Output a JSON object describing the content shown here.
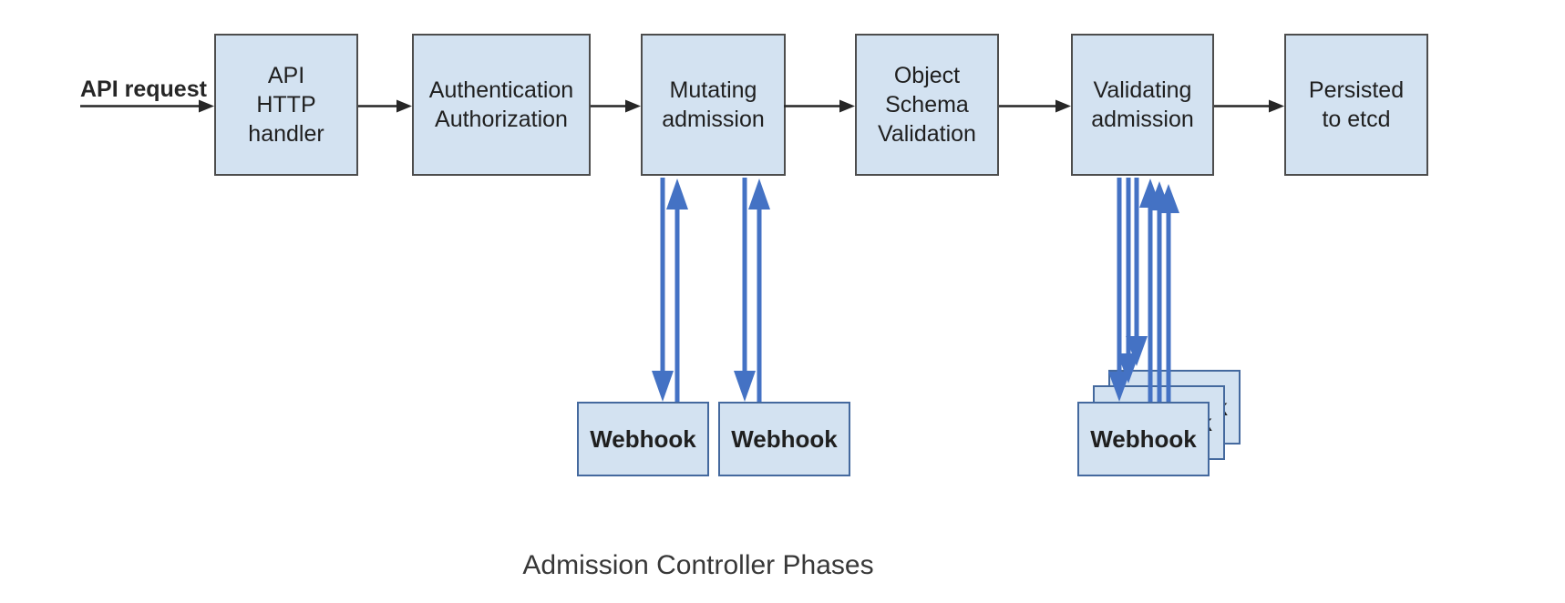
{
  "diagram": {
    "caption": "Admission Controller Phases",
    "entry_label": "API request",
    "phases": [
      {
        "label": "API\nHTTP\nhandler"
      },
      {
        "label": "Authentication\nAuthorization"
      },
      {
        "label": "Mutating\nadmission"
      },
      {
        "label": "Object\nSchema\nValidation"
      },
      {
        "label": "Validating\nadmission"
      },
      {
        "label": "Persisted\nto etcd"
      }
    ],
    "mutating_webhooks": [
      {
        "label": "Webhook"
      },
      {
        "label": "Webhook"
      }
    ],
    "validating_webhook_stack": {
      "front_label": "Webhook",
      "middle_label": "Webhook",
      "back_label": "Webhook",
      "count": 3
    }
  },
  "colors": {
    "box_fill": "#d3e2f1",
    "box_border": "#4d4d4d",
    "webhook_border": "#44699e",
    "arrow_black": "#262626",
    "arrow_blue": "#4472c4",
    "text": "#1f1f1f",
    "caption_text": "#383838",
    "background": "#ffffff"
  }
}
